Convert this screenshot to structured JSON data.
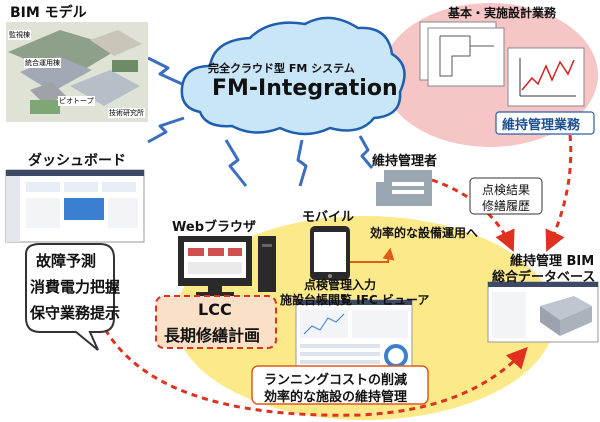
{
  "bim_model": {
    "title": "BIM モデル",
    "tags": [
      "監視棟",
      "統合運用棟",
      "ピオトープ",
      "技術研究所"
    ]
  },
  "cloud": {
    "subtitle": "完全クラウド型 FM システム",
    "title": "FM-Integration"
  },
  "design_work": {
    "title": "基本・実施設計業務",
    "maintenance_label": "維持管理業務"
  },
  "dashboard": {
    "title": "ダッシュボード"
  },
  "manager": {
    "title": "維持管理者"
  },
  "records": {
    "line1": "点検結果",
    "line2": "修繕履歴"
  },
  "web_browser": {
    "title": "Webブラウザ"
  },
  "mobile": {
    "title": "モバイル"
  },
  "efficient_ops": "効率的な設備運用へ",
  "inspection": {
    "line1": "点検管理入力",
    "line2": "施設台帳閲覧 IFC ビューア"
  },
  "lcc": {
    "line1": "LCC",
    "line2": "長期修繕計画"
  },
  "bubble": {
    "lines": [
      "故障予測",
      "消費電力把握",
      "保守業務提示"
    ]
  },
  "benefit": {
    "line1": "ランニングコストの削減",
    "line2": "効率的な施設の維持管理"
  },
  "bim_db": {
    "line1": "維持管理 BIM",
    "line2": "総合データベース"
  },
  "colors": {
    "cloud_fill": "#c8e6f8",
    "cloud_stroke": "#1f5fb0",
    "pink": "#f6c6c6",
    "yellow": "#fbe98a",
    "red": "#e03020",
    "blue_dark": "#1d4f8f",
    "lightning": "#3a6fc0"
  }
}
